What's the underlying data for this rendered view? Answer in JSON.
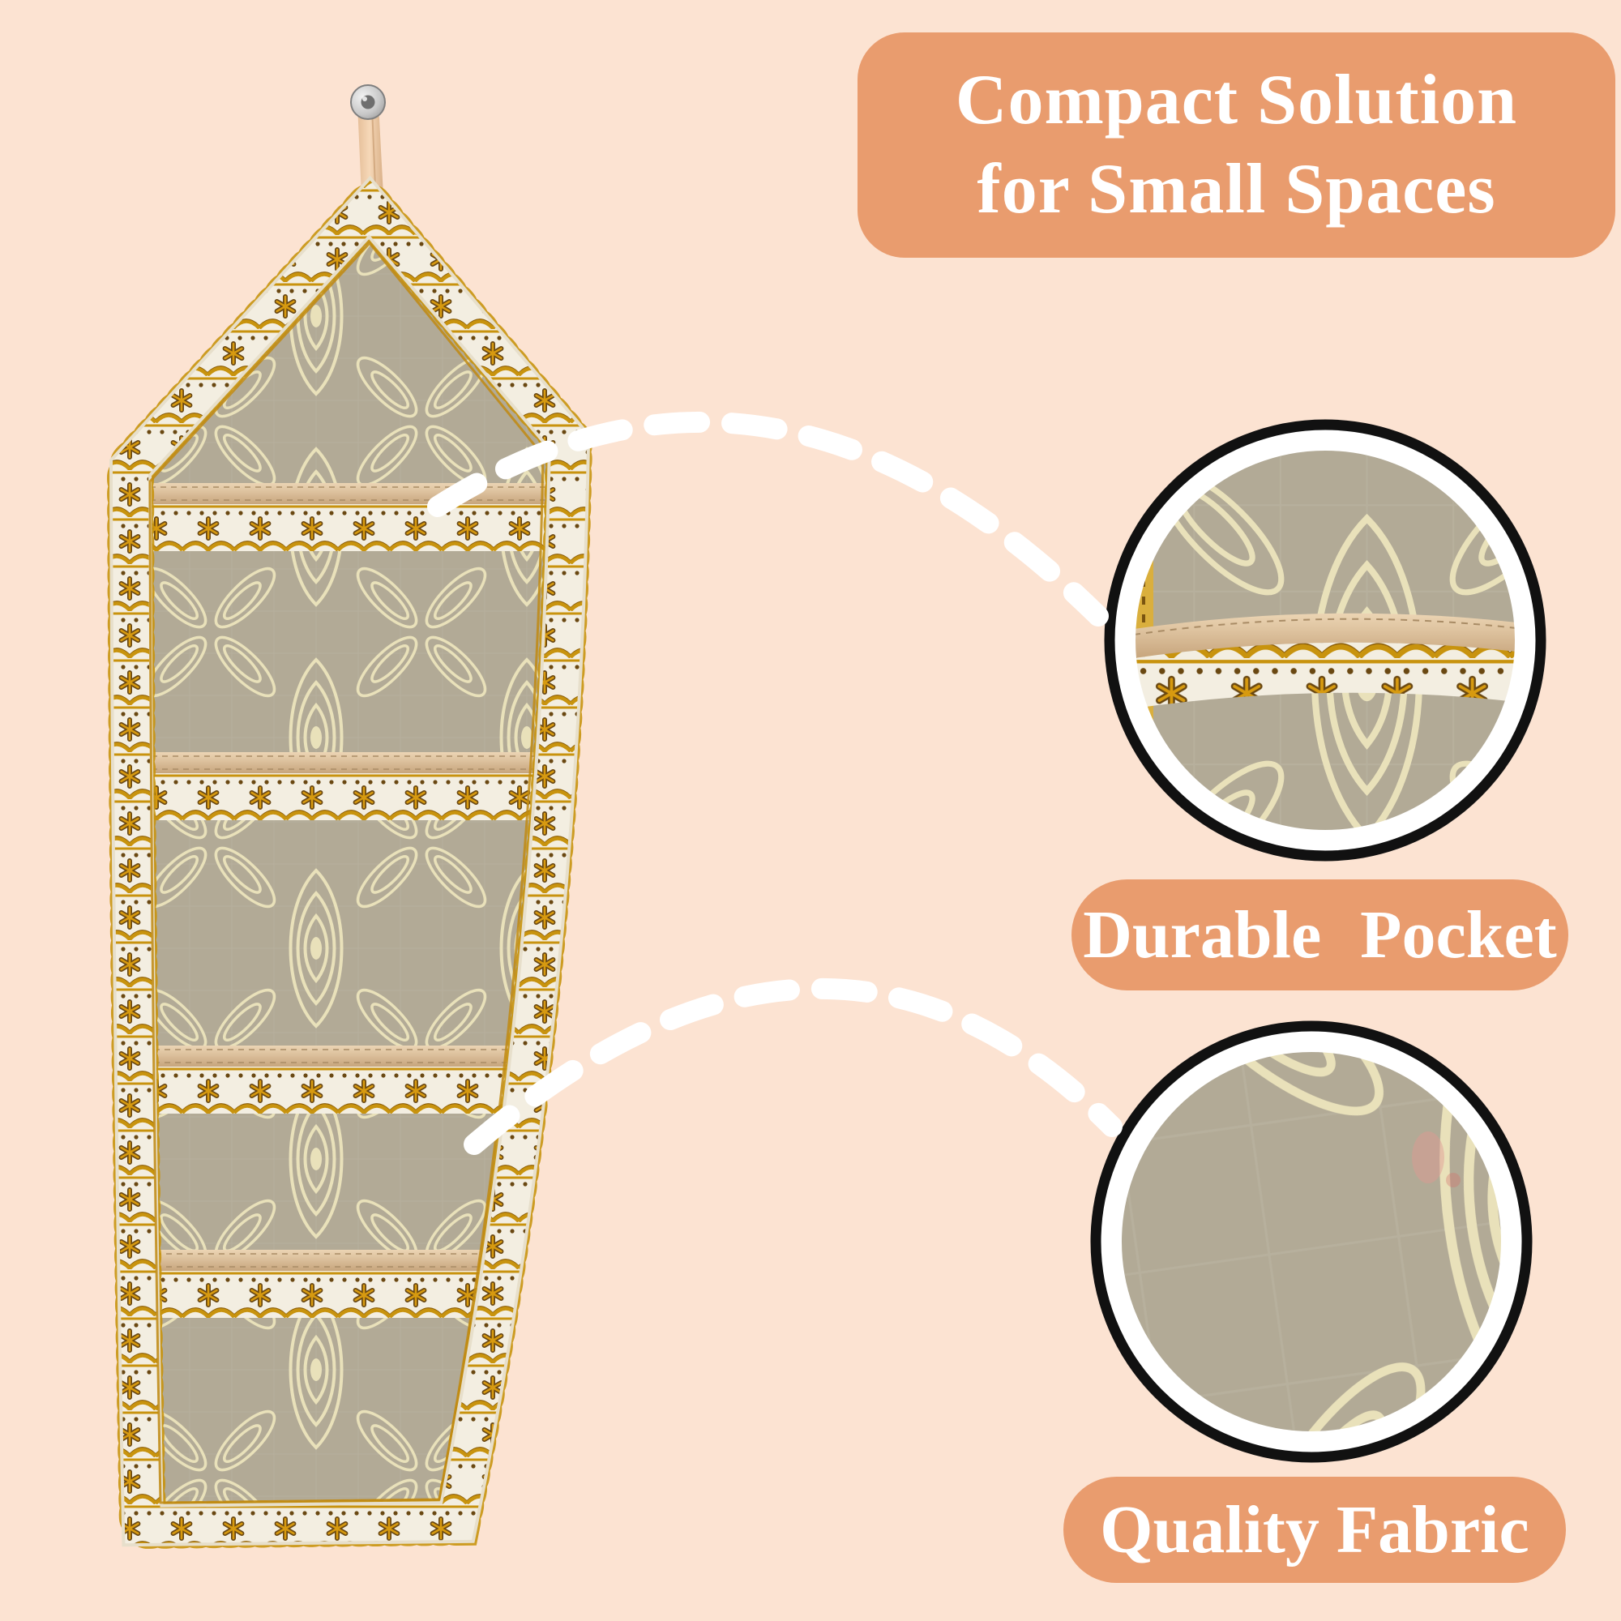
{
  "canvas": {
    "background_color": "#FCE3D2",
    "accent_color": "#E99C6E"
  },
  "title_badge": {
    "line1": "Compact Solution",
    "line2": "for Small Spaces",
    "text_color": "#FFFFFF",
    "bg_color": "#E99C6E"
  },
  "feature_badges": {
    "durable": {
      "label": "Durable Pocket"
    },
    "quality": {
      "label": "Quality Fabric"
    }
  },
  "product": {
    "description": "hanging wall organizer with four lace-trimmed pockets",
    "pocket_count": 4,
    "colors": {
      "fabric_base": "#B2AA96",
      "fabric_motif": "#E9E1BA",
      "lace_ivory": "#F3EEE1",
      "lace_gold": "#C8930E",
      "lace_brown": "#6A4812",
      "pocket_binding": "#D9BD9A",
      "loop_ribbon": "#F2CEAB",
      "nail_silver": "#C9C9C9"
    }
  },
  "callouts": {
    "ring_white": "#FFFFFF",
    "ring_black": "#111111",
    "arrow_color": "#FFFFFF"
  }
}
